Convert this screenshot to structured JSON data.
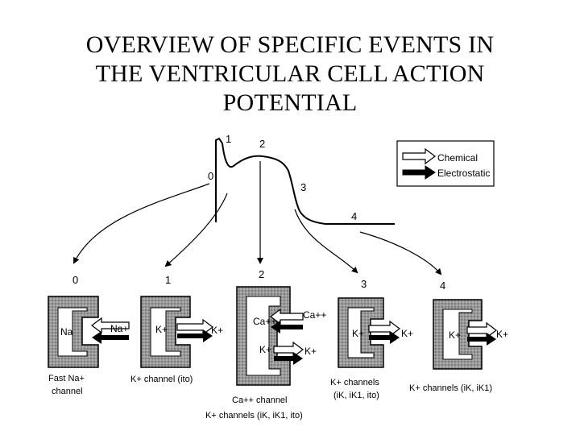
{
  "title": {
    "line1": "OVERVIEW OF SPECIFIC EVENTS IN",
    "line2": "THE VENTRICULAR CELL ACTION",
    "line3": "POTENTIAL"
  },
  "legend": {
    "chemical": "Chemical",
    "electrostatic": "Electrostatic"
  },
  "phase_labels": {
    "p0": "0",
    "p1": "1",
    "p2": "2",
    "p3": "3",
    "p4": "4"
  },
  "cells": [
    {
      "phase": "0",
      "inside_ion": "Na",
      "outside_ion": "Na+",
      "caption": [
        "Fast Na+",
        "channel"
      ]
    },
    {
      "phase": "1",
      "inside_ion": "K+",
      "outside_ion": "K+",
      "caption": [
        "K+ channel (ito)"
      ]
    },
    {
      "phase": "2",
      "inside_ion": "Ca++",
      "outside_ion": "Ca++",
      "inside_ion_2": "K+",
      "outside_ion_2": "K+",
      "caption": [
        "Ca++ channel",
        "K+ channels (iK, iK1, ito)"
      ]
    },
    {
      "phase": "3",
      "inside_ion": "K+",
      "outside_ion": "K+",
      "caption": [
        "K+ channels",
        "(iK, iK1, ito)"
      ]
    },
    {
      "phase": "4",
      "inside_ion": "K+",
      "outside_ion": "K+",
      "caption": [
        "K+ channels (iK, iK1)"
      ]
    }
  ],
  "colors": {
    "membrane_fill": "#8f8f8f",
    "ink": "#000000",
    "background": "#ffffff"
  }
}
